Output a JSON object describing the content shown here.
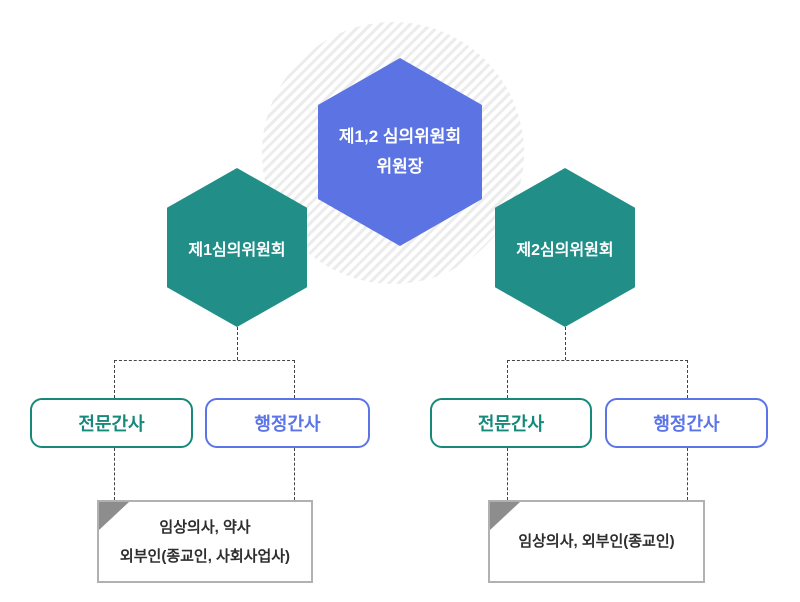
{
  "chairman": {
    "line1": "제1,2 심의위원회",
    "line2": "위원장"
  },
  "groups": [
    {
      "committee": "제1심의위원회",
      "expert_secretary": "전문간사",
      "admin_secretary": "행정간사",
      "note_line1": "임상의사, 약사",
      "note_line2": "외부인(종교인, 사회사업사)"
    },
    {
      "committee": "제2심의위원회",
      "expert_secretary": "전문간사",
      "admin_secretary": "행정간사",
      "note_line1": "임상의사, 외부인(종교인)"
    }
  ],
  "colors": {
    "chairman_hex": "#5b73e3",
    "committee_hex": "#218e88",
    "expert_border": "#17897b",
    "admin_border": "#5b74e8",
    "note_border": "#b1b1b1",
    "note_fold": "#8d8d8d",
    "connector": "#444444"
  }
}
